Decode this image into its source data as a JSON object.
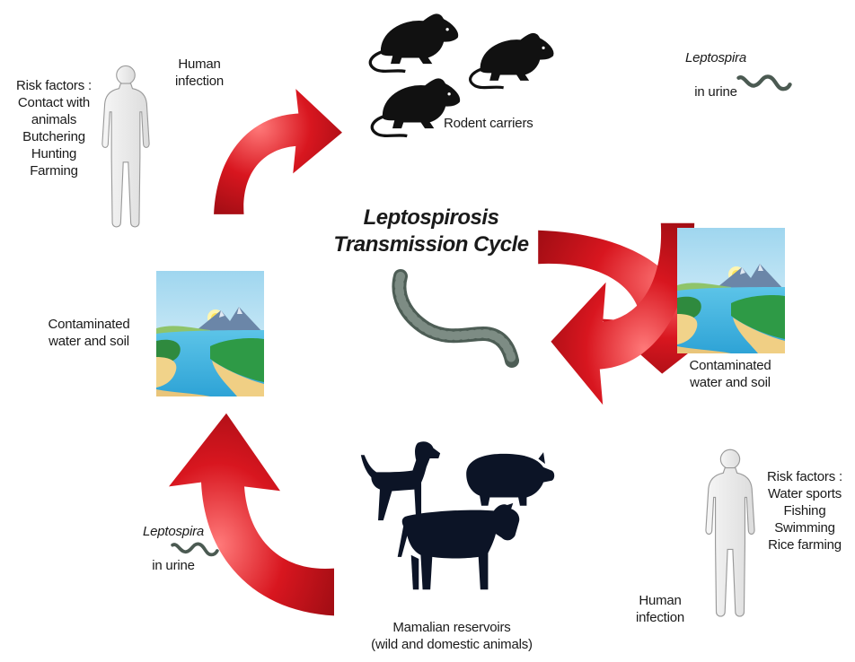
{
  "title": {
    "line1": "Leptospirosis",
    "line2": "Transmission Cycle"
  },
  "labels": {
    "rodent_carriers": "Rodent carriers",
    "human_infection_top": "Human\ninfection",
    "risk_factors_left": "Risk factors :\nContact with\nanimals\nButchering\nHunting\nFarming",
    "leptospira_top_italic": "Leptospira",
    "leptospira_top_rest": "in urine",
    "contaminated_right": "Contaminated\nwater and soil",
    "contaminated_left": "Contaminated\nwater and soil",
    "risk_factors_right": "Risk factors :\nWater sports\nFishing\nSwimming\nRice farming",
    "human_infection_bottom": "Human\ninfection",
    "mammalian_reservoirs": "Mamalian reservoirs\n(wild and domestic animals)",
    "leptospira_bottom_italic": "Leptospira",
    "leptospira_bottom_rest": "in urine"
  },
  "icons": {
    "rodents": "rat-silhouette-icon",
    "human": "human-silhouette-icon",
    "bacteria": "leptospira-bacterium-icon",
    "landscape": "water-landscape-icon",
    "dog": "dog-silhouette-icon",
    "pig": "pig-silhouette-icon",
    "cow": "cow-silhouette-icon",
    "cycle_arrow": "curved-arrow-icon"
  },
  "colors": {
    "arrow_red": "#c8141e",
    "arrow_light": "#ff6a6a",
    "silhouette": "#111111",
    "animal_navy": "#0c1426",
    "human_fill": "#eeeeee",
    "human_stroke": "#9a9a9a",
    "bacteria": "#4b5a52"
  }
}
